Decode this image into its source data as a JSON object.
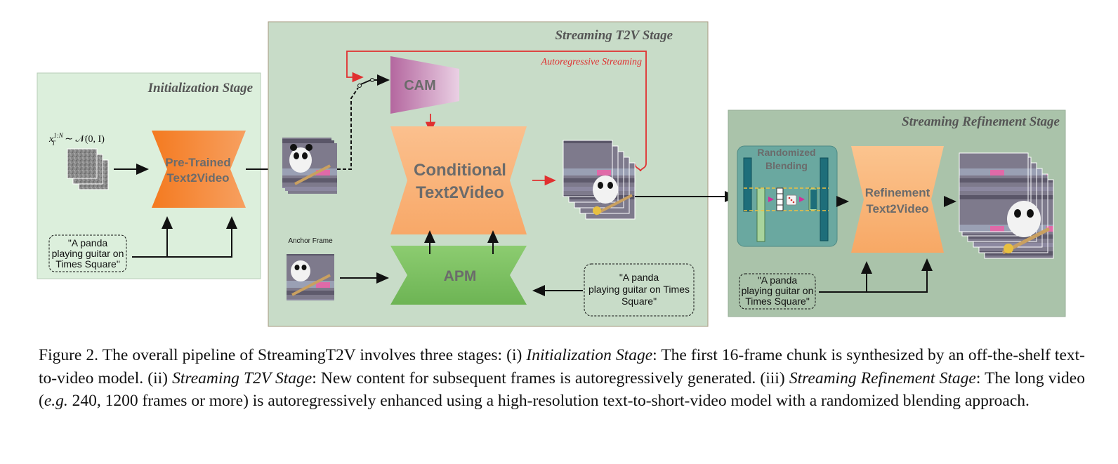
{
  "stages": {
    "init": "Initialization Stage",
    "streaming": "Streaming T2V Stage",
    "refine": "Streaming Refinement Stage"
  },
  "blocks": {
    "pretrained": [
      "Pre-Trained",
      "Text2Video"
    ],
    "cam": "CAM",
    "conditional": [
      "Conditional",
      "Text2Video"
    ],
    "apm": "APM",
    "randomized": [
      "Randomized",
      "Blending"
    ],
    "refinement": [
      "Refinement",
      "Text2Video"
    ]
  },
  "labels": {
    "autoregressive": "Autoregressive Streaming",
    "anchor": "Anchor Frame"
  },
  "prompts": {
    "init": [
      "\"A panda",
      "playing guitar on",
      "Times Square\""
    ],
    "streaming": [
      "\"A panda",
      "playing guitar on Times",
      "Square\""
    ],
    "refine": [
      "\"A panda",
      "playing guitar on",
      "Times Square\""
    ]
  },
  "caption": {
    "fig": "Figure 2.",
    "t1": " The overall pipeline of StreamingT2V involves three stages: (i) ",
    "i1": "Initialization Stage",
    "t2": ": The first 16-frame chunk is synthesized by an off-the-shelf text-to-video model. (ii) ",
    "i2": "Streaming T2V Stage",
    "t3": ": New content for subsequent frames is autoregressively generated. (iii) ",
    "i3": "Streaming Refinement Stage",
    "t4": ": The long video (",
    "i4": "e.g.",
    "t5": " 240, 1200 frames or more) is autoregressively enhanced using a high-resolution text-to-short-video model with a randomized blending approach."
  },
  "colors": {
    "init_bg": "#dcefdc",
    "stream_bg": "#c8dcc8",
    "refine_bg": "#aac3aa",
    "orange": "#f47e2a",
    "peach": "#f9b47a",
    "cam": "#c58ab8",
    "apm": "#7cc064",
    "teal": "#6aa8a0",
    "red_arrow": "#e03030"
  }
}
